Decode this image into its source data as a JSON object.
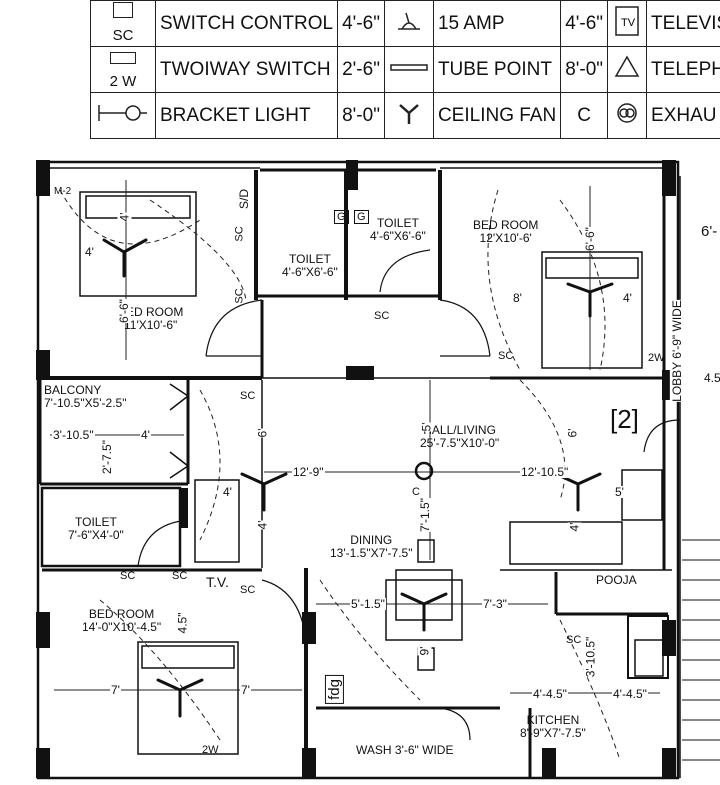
{
  "legend": {
    "rows": [
      [
        {
          "symbol": "sc-box",
          "caption": "SC",
          "label": "SWITCH CONTROL",
          "value": "4'-6\""
        },
        {
          "symbol": "socket-icon",
          "label": "15 AMP",
          "value": "4'-6\""
        },
        {
          "symbol": "tv-icon",
          "label": "TELEVIS"
        }
      ],
      [
        {
          "symbol": "two-way-box",
          "caption": "2 W",
          "label": "TWOIWAY SWITCH",
          "value": "2'-6\""
        },
        {
          "symbol": "tube-icon",
          "label": "TUBE POINT",
          "value": "8'-0\""
        },
        {
          "symbol": "telephone-icon",
          "label": "TELEPHO"
        }
      ],
      [
        {
          "symbol": "bracket-light-icon",
          "label": "BRACKET LIGHT",
          "value": "8'-0\""
        },
        {
          "symbol": "fan-icon",
          "label": "CEILING FAN",
          "value": "C"
        },
        {
          "symbol": "exhaust-icon",
          "label": "EXHAU"
        }
      ]
    ]
  },
  "rooms": {
    "bed1": {
      "name": "BED ROOM",
      "size": "11'X10'-6\""
    },
    "toilet1": {
      "name": "TOILET",
      "size": "4'-6\"X6'-6\""
    },
    "toilet2": {
      "name": "TOILET",
      "size": "4'-6\"X6'-6\""
    },
    "bed2": {
      "name": "BED ROOM",
      "size": "12'X10'-6'"
    },
    "lobby": {
      "name": "LOBBY 6'-9\" WIDE"
    },
    "balcony": {
      "name": "BALCONY",
      "size": "7'-10.5\"X5'-2.5\""
    },
    "hall": {
      "name": "HALL/LIVING",
      "size": "25'-7.5\"X10'-0\""
    },
    "toilet3": {
      "name": "TOILET",
      "size": "7'-6\"X4'-0\""
    },
    "dining": {
      "name": "DINING",
      "size": "13'-1.5\"X7'-7.5\""
    },
    "pooja": {
      "name": "POOJA"
    },
    "bed3": {
      "name": "BED ROOM",
      "size": "14'-0\"X10'-4.5\""
    },
    "kitchen": {
      "name": "KITCHEN",
      "size": "8'-9\"X7'-7.5\""
    },
    "wash": {
      "name": "WASH   3'-6\" WIDE"
    }
  },
  "dims": {
    "d_6ft": "6'-",
    "d_4_5": "4.5",
    "d_2": "[2]",
    "d_3_10_5": "3'-10.5\"",
    "d_4": "4'",
    "d_2_7_5": "2'-7.5\"",
    "d_12_9": "12'-9\"",
    "d_12_10_5": "12'-10.5\"",
    "d_7_1_5": "7'-1.5\"",
    "d_5_1_5": "5'-1.5\"",
    "d_7_3": "7'-3\"",
    "d_4_4_5a": "4'-4.5\"",
    "d_4_4_5b": "4'-4.5\"",
    "d_3_10_5b": "3'-10.5\"",
    "d_7a": "7'",
    "d_7b": "7'",
    "d_6_6": "6'-6\"",
    "d_6_6b": "6'-6\"",
    "d_8": "8'",
    "d_4b": "4'",
    "d_4c": "4'",
    "d_6": "6'",
    "d_6b": "6'",
    "d_5": "5'",
    "d_4_5b": "4.5\"",
    "d_4d": "4'",
    "d_4e": "4'",
    "d_5b": "5'",
    "d_4f": "4'",
    "d_4g": "4'",
    "d_9": "9'"
  },
  "tags": {
    "sc": "SC",
    "two_w": "2W",
    "s_d": "S/D",
    "g": "G",
    "tv": "T.V.",
    "fdg": "fdg",
    "c": "C",
    "m2": "M-2"
  }
}
